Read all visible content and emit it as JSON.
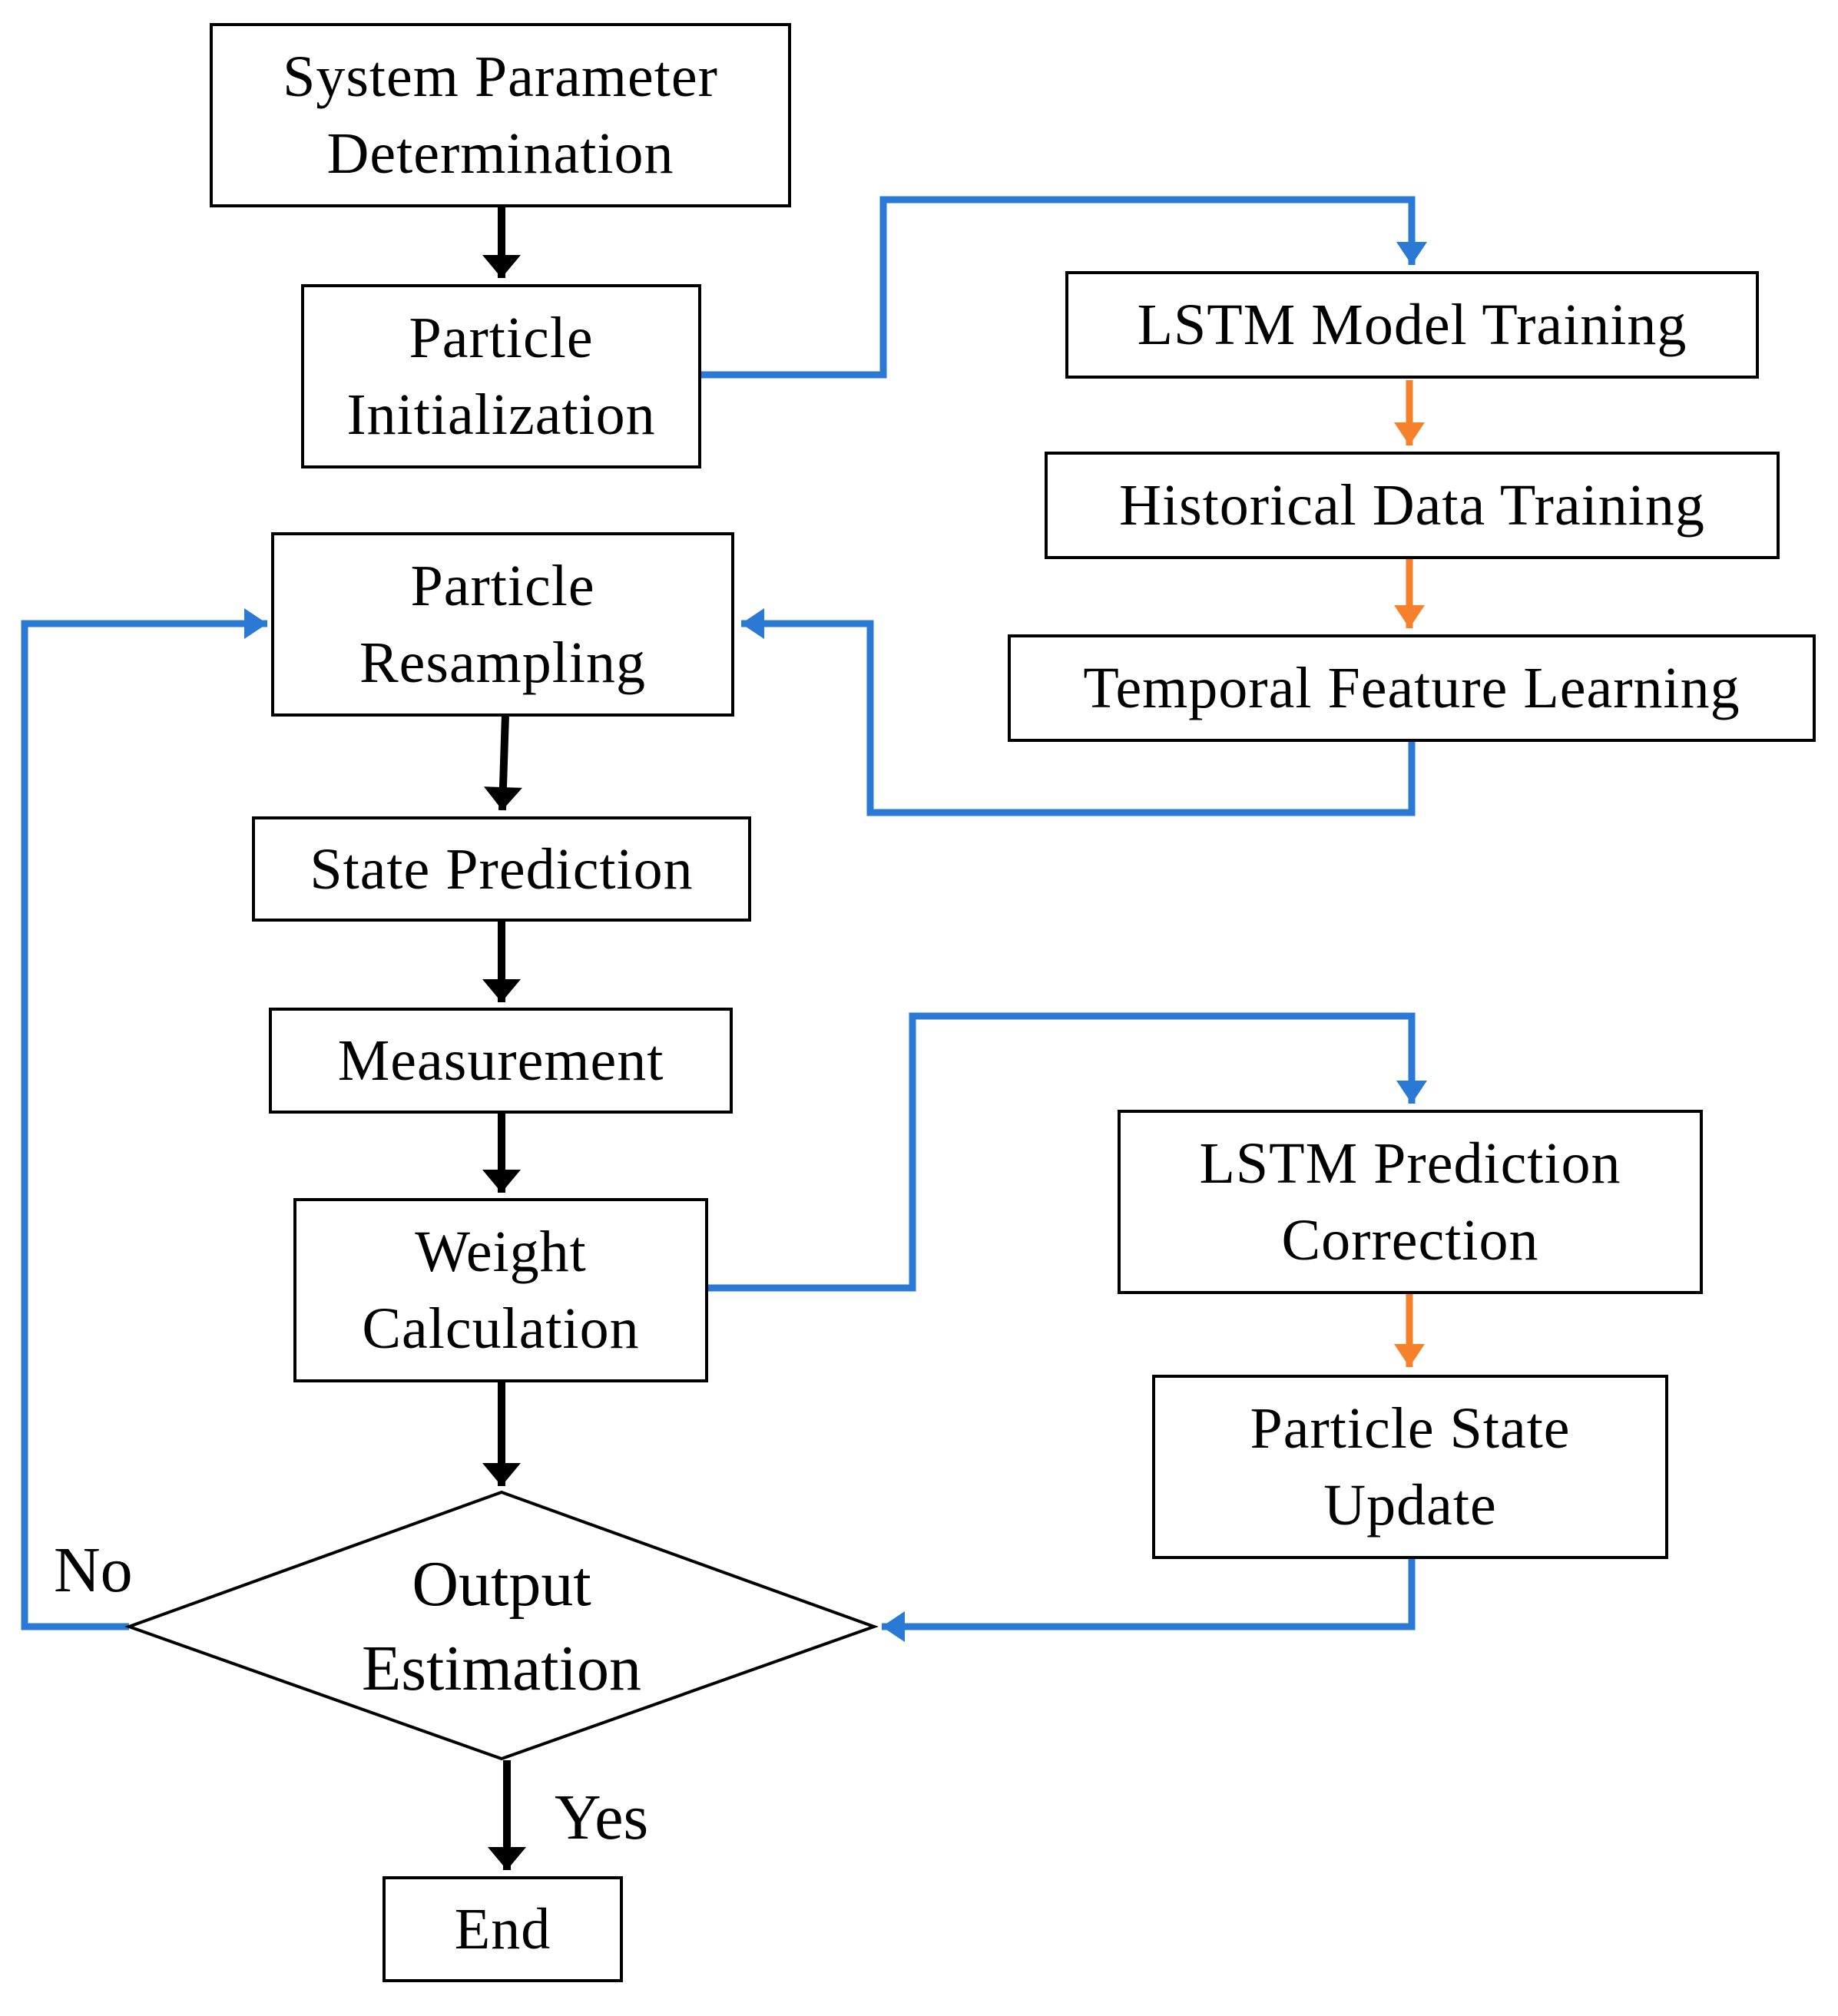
{
  "nodes": {
    "system_parameter": {
      "line1": "System  Parameter",
      "line2": "Determination"
    },
    "particle_init": {
      "line1": "Particle",
      "line2": "Initialization"
    },
    "particle_resampling": {
      "line1": "Particle",
      "line2": "Resampling"
    },
    "state_prediction": {
      "line1": "State Prediction"
    },
    "measurement": {
      "line1": "Measurement"
    },
    "weight_calculation": {
      "line1": "Weight",
      "line2": "Calculation"
    },
    "output_estimation": {
      "line1": "Output",
      "line2": "Estimation"
    },
    "end": {
      "line1": "End"
    },
    "lstm_model_training": {
      "line1": "LSTM  Model  Training"
    },
    "historical_data_training": {
      "line1": "Historical  Data  Training"
    },
    "temporal_feature_learning": {
      "line1": "Temporal  Feature  Learning"
    },
    "lstm_prediction_correction": {
      "line1": "LSTM Prediction",
      "line2": "Correction"
    },
    "particle_state_update": {
      "line1": "Particle  State",
      "line2": "Update"
    }
  },
  "labels": {
    "no": "No",
    "yes": "Yes"
  },
  "colors": {
    "main_flow": "#000000",
    "lstm_link": "#2a7ad5",
    "lstm_internal": "#f5822a",
    "box_border": "#000000",
    "background": "#ffffff"
  }
}
